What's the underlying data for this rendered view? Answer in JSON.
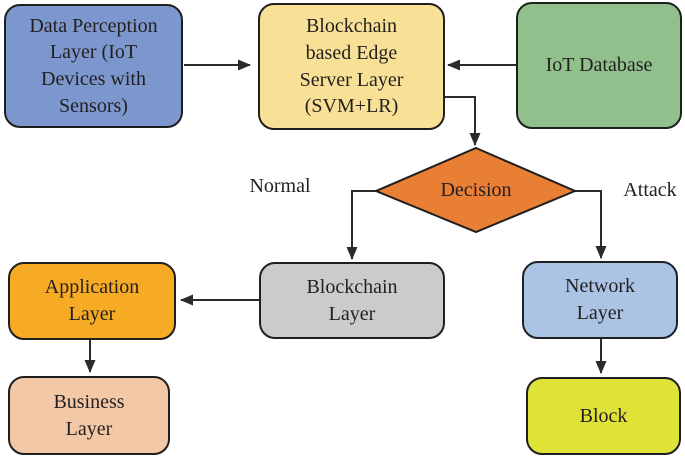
{
  "diagram": {
    "nodes": {
      "data_perception": {
        "label": "Data Perception\nLayer (IoT\nDevices with\nSensors)",
        "color": "#7b97ce"
      },
      "edge_server": {
        "label": "Blockchain\nbased Edge\nServer Layer\n(SVM+LR)",
        "color": "#f8e096"
      },
      "iot_database": {
        "label": "IoT Database",
        "color": "#92c08c"
      },
      "decision": {
        "label": "Decision",
        "color": "#e97e35"
      },
      "blockchain_layer": {
        "label": "Blockchain\nLayer",
        "color": "#cbcbcb"
      },
      "application_layer": {
        "label": "Application\nLayer",
        "color": "#f7ab24"
      },
      "business_layer": {
        "label": "Business\nLayer",
        "color": "#f3c8a6"
      },
      "network_layer": {
        "label": "Network\nLayer",
        "color": "#abc4e6"
      },
      "block": {
        "label": "Block",
        "color": "#dfe338"
      }
    },
    "edge_labels": {
      "normal": "Normal",
      "attack": "Attack"
    },
    "colors": {
      "border": "#1f1f1f",
      "arrow": "#2b2b2b",
      "text": "#231f20",
      "background": "#ffffff"
    }
  }
}
